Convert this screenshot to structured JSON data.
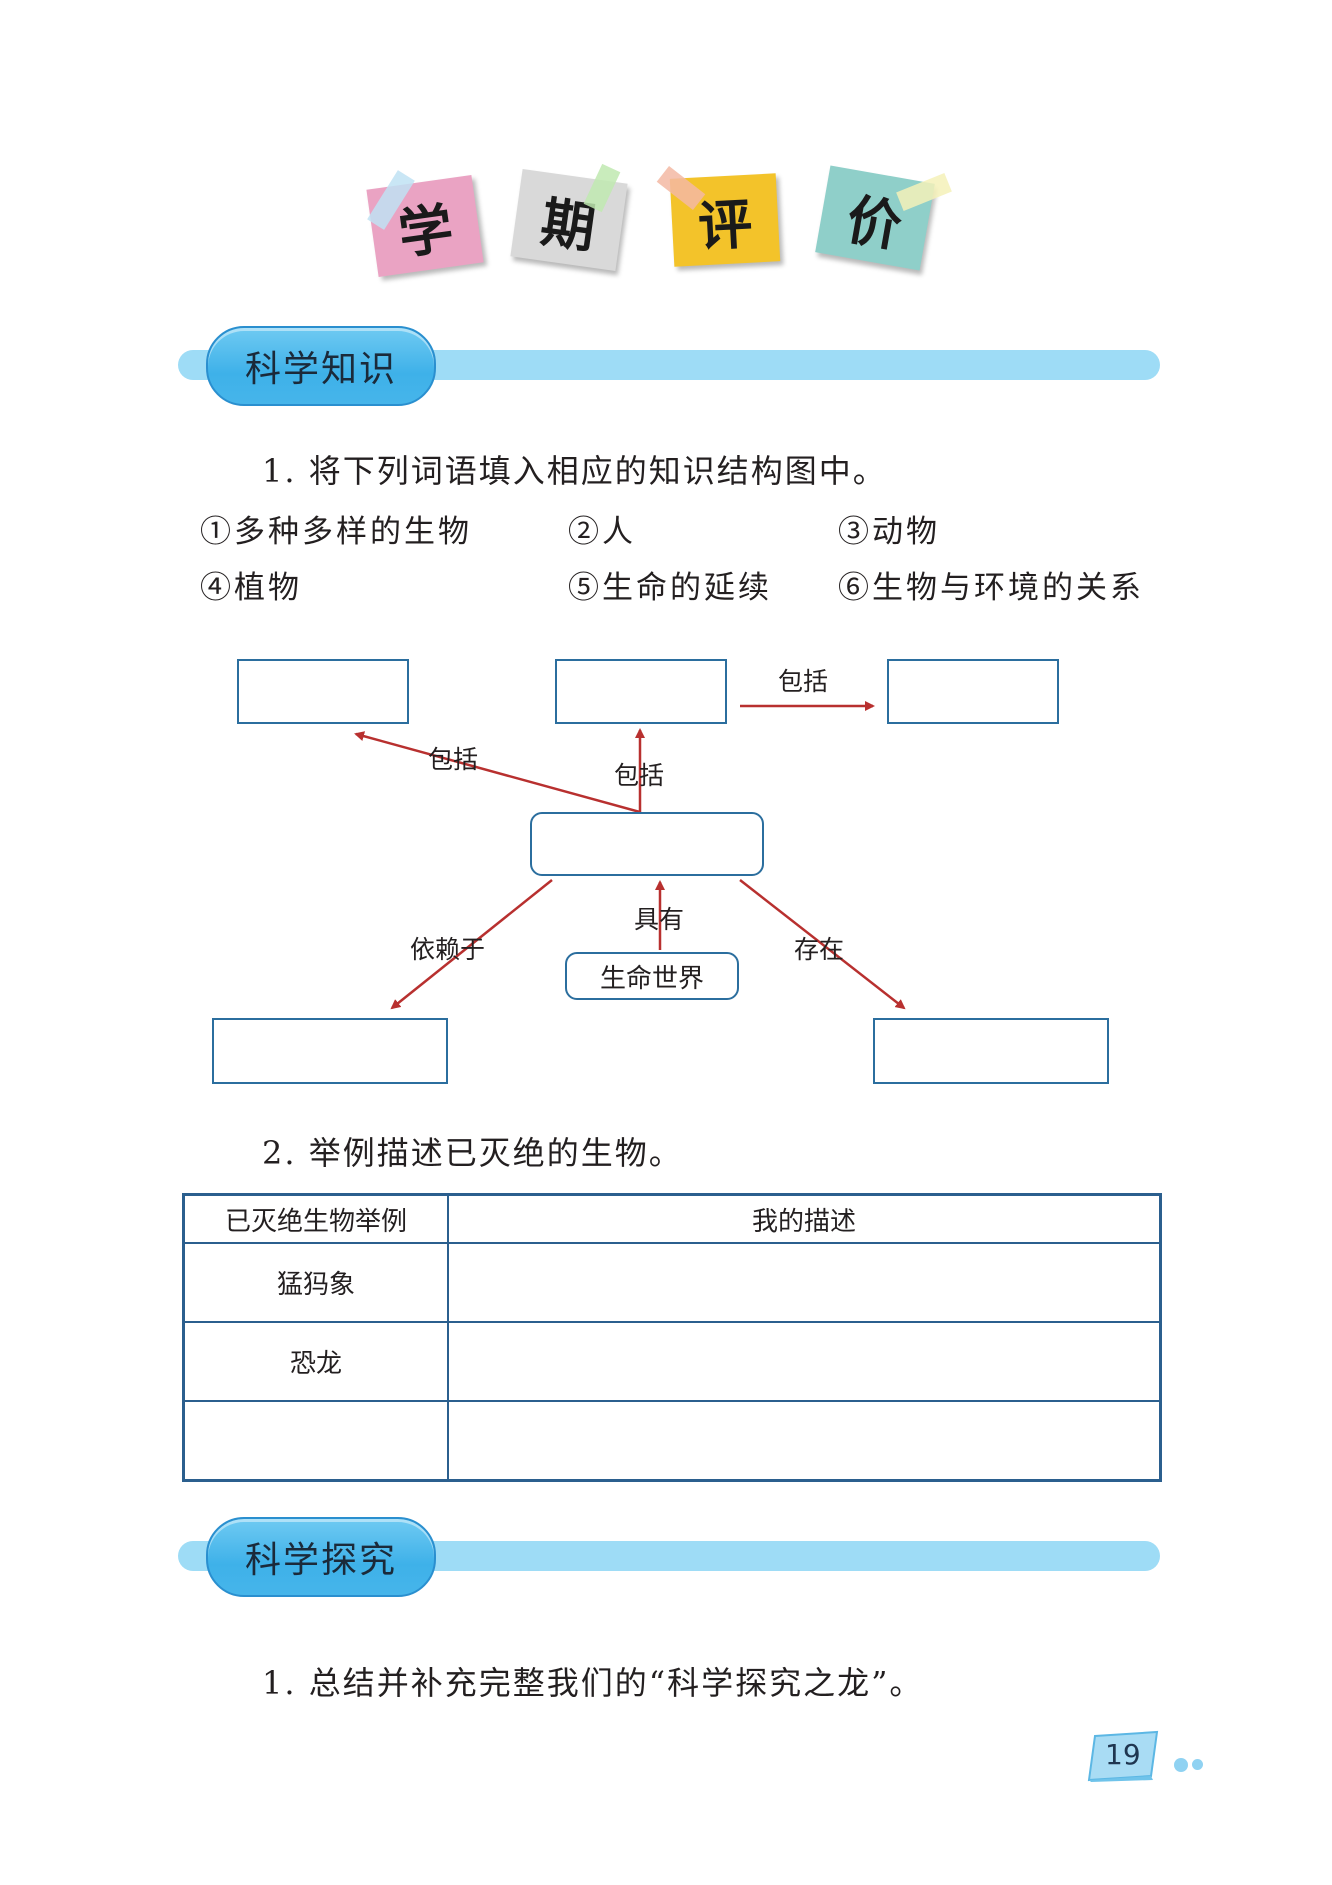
{
  "title": {
    "chars": [
      "学",
      "期",
      "评",
      "价"
    ],
    "card_colors": [
      "#eaa3c3",
      "#d9d9d9",
      "#f3c32a",
      "#8fcfc9"
    ],
    "tape_colors": [
      "#bfe2f3",
      "#bfe9b0",
      "#f3b9a3",
      "#f4f1b8"
    ]
  },
  "section1": {
    "title": "科学知识",
    "q1": "1. 将下列词语填入相应的知识结构图中。",
    "options": [
      "①多种多样的生物",
      "②人",
      "③动物",
      "④植物",
      "⑤生命的延续",
      "⑥生物与环境的关系"
    ],
    "diagram": {
      "label_include_left": "包括",
      "label_include_mid": "包括",
      "label_include_right": "包括",
      "label_has": "具有",
      "label_depends": "依赖于",
      "label_exists": "存在",
      "center_label": "生命世界",
      "arrow_color": "#b8302f",
      "box_color": "#2b6e9e"
    },
    "q2": "2. 举例描述已灭绝的生物。",
    "table": {
      "headers": [
        "已灭绝生物举例",
        "我的描述"
      ],
      "rows": [
        [
          "猛犸象",
          ""
        ],
        [
          "恐龙",
          ""
        ],
        [
          "",
          ""
        ]
      ]
    }
  },
  "section2": {
    "title": "科学探究",
    "q1": "1. 总结并补充完整我们的“科学探究之龙”。"
  },
  "page_number": "19",
  "colors": {
    "header_bar": "#9edcf6",
    "header_pill": "#46b5ea",
    "table_border": "#2b5f8e"
  }
}
